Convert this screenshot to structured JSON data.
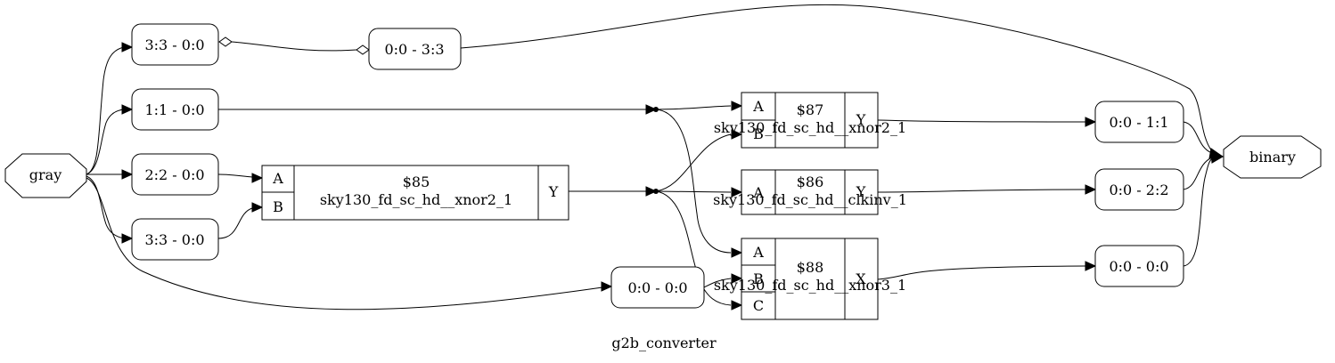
{
  "title": "g2b_converter",
  "ports": {
    "gray": "gray",
    "binary": "binary"
  },
  "slices": {
    "s33_in": "3:3 - 0:0",
    "s11_in": "1:1 - 0:0",
    "s22_in": "2:2 - 0:0",
    "s33_in_b": "3:3 - 0:0",
    "s00_to33": "0:0 - 3:3",
    "s00_to11": "0:0 - 1:1",
    "s00_to22": "0:0 - 2:2",
    "s00_to00": "0:0 - 0:0",
    "s00_g0": "0:0 - 0:0"
  },
  "cells": {
    "c85": {
      "id": "$85",
      "type": "sky130_fd_sc_hd__xnor2_1",
      "inputs": [
        "A",
        "B"
      ],
      "output": "Y"
    },
    "c86": {
      "id": "$86",
      "type": "sky130_fd_sc_hd__clkinv_1",
      "inputs": [
        "A"
      ],
      "output": "Y"
    },
    "c87": {
      "id": "$87",
      "type": "sky130_fd_sc_hd__xnor2_1",
      "inputs": [
        "A",
        "B"
      ],
      "output": "Y"
    },
    "c88": {
      "id": "$88",
      "type": "sky130_fd_sc_hd__xnor3_1",
      "inputs": [
        "A",
        "B",
        "C"
      ],
      "output": "X"
    }
  }
}
